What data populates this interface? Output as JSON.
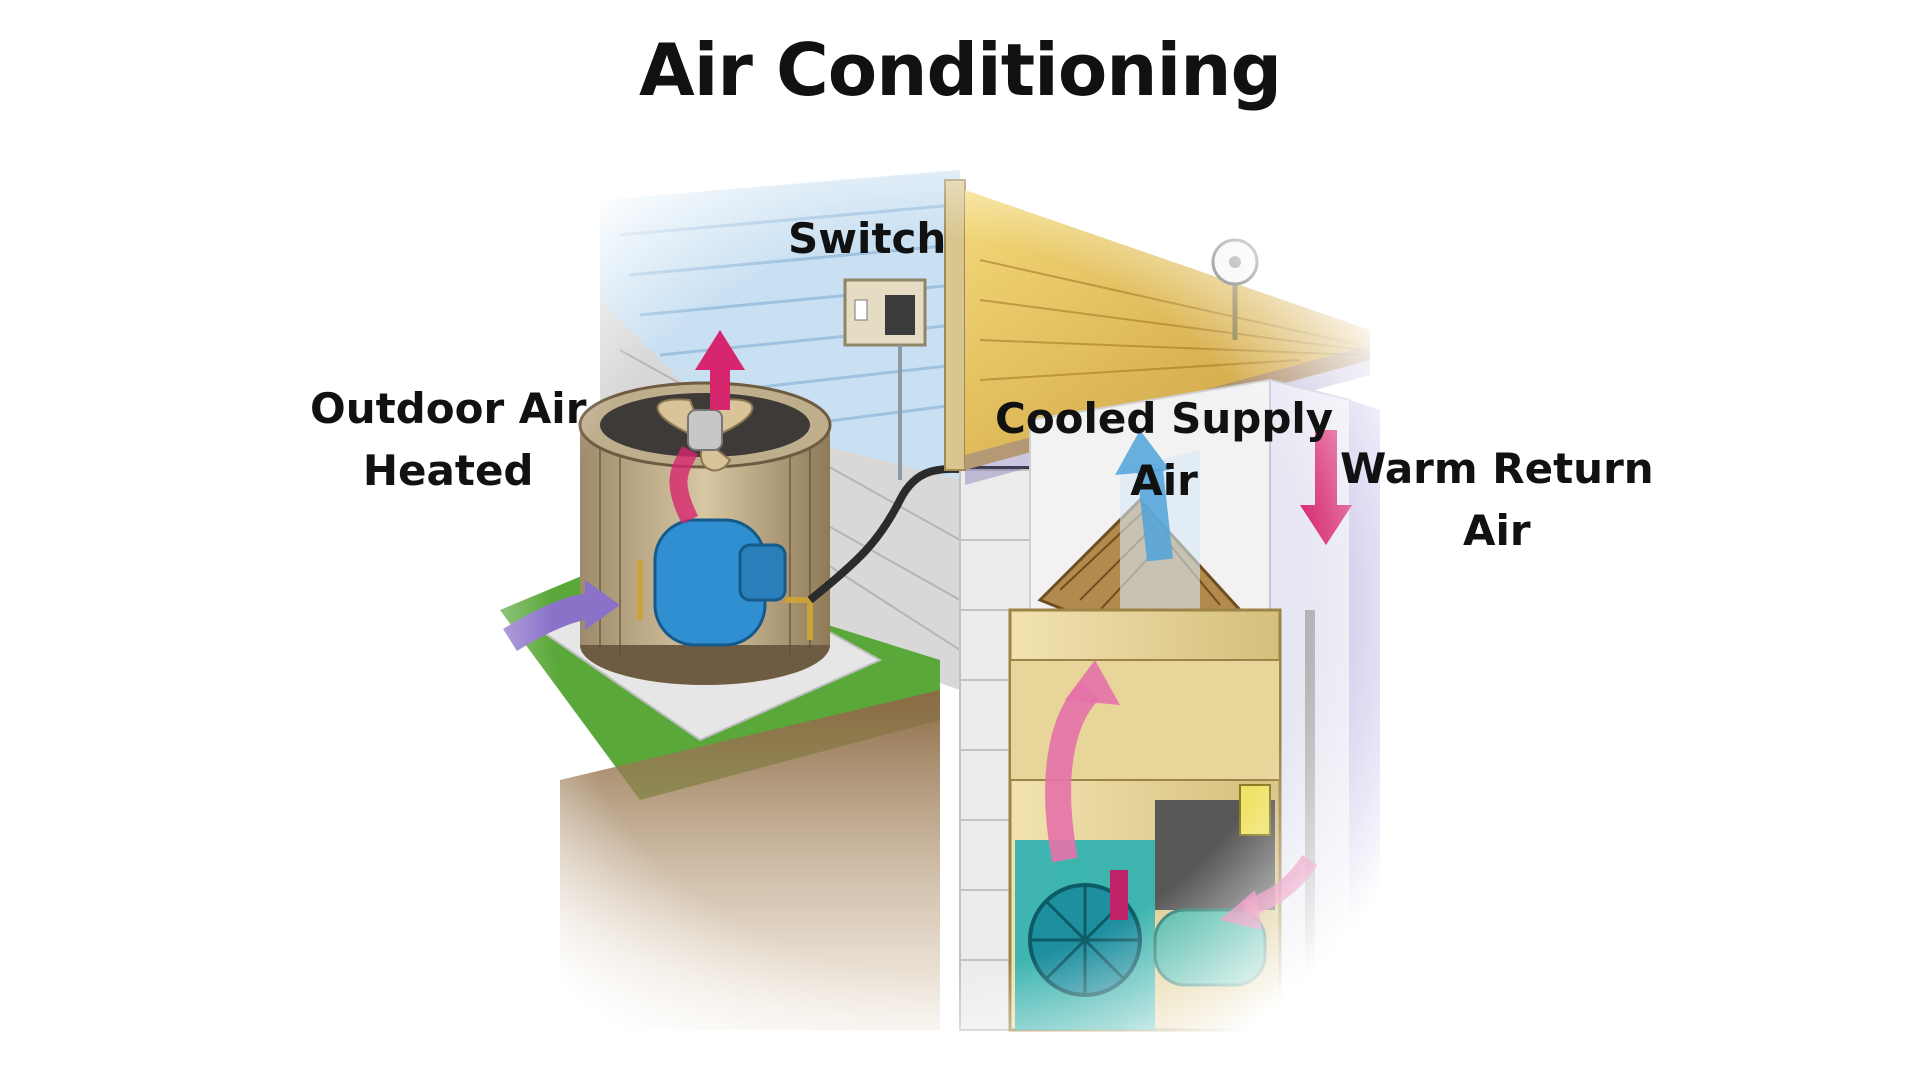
{
  "title": "Air Conditioning",
  "labels": {
    "switch": "Switch",
    "outdoor_air_line1": "Outdoor Air",
    "outdoor_air_line2": "Heated",
    "cooled_supply_line1": "Cooled Supply",
    "cooled_supply_line2": "Air",
    "warm_return_line1": "Warm Return",
    "warm_return_line2": "Air"
  },
  "colors": {
    "title": "#111111",
    "arrow_hot": "#d6266e",
    "arrow_in": "#8a72c8",
    "arrow_cool": "#4fa3d9",
    "wall_blue": "#b9d6ee",
    "furnace": "#e9d7a0",
    "compressor": "#2f8fd0"
  }
}
